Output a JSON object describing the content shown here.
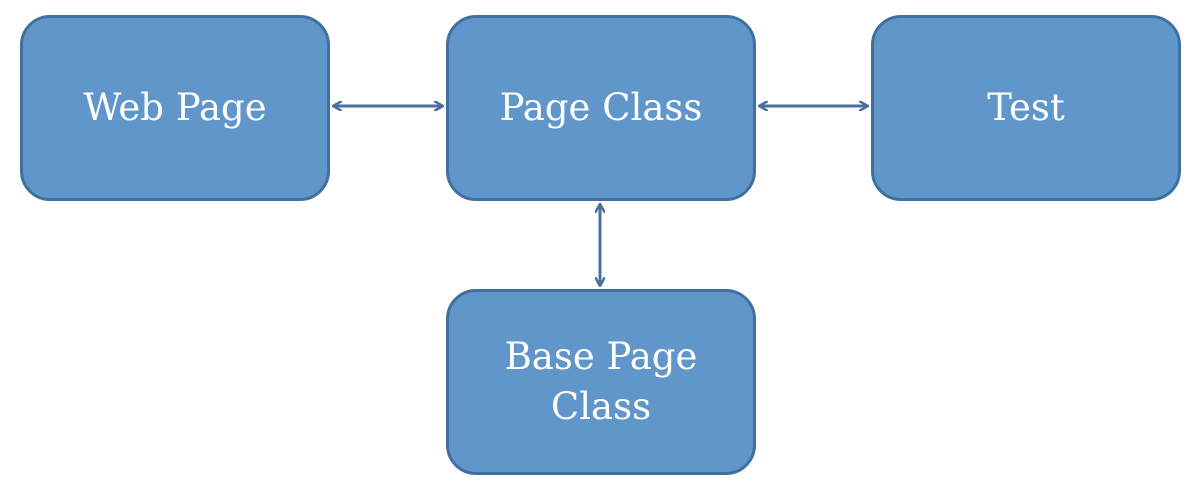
{
  "diagram": {
    "nodes": {
      "web_page": {
        "label": "Web Page"
      },
      "page_class": {
        "label": "Page Class"
      },
      "test": {
        "label": "Test"
      },
      "base_page_class": {
        "label": "Base Page\nClass"
      }
    },
    "edges": [
      {
        "from": "web_page",
        "to": "page_class",
        "direction": "both"
      },
      {
        "from": "page_class",
        "to": "test",
        "direction": "both"
      },
      {
        "from": "page_class",
        "to": "base_page_class",
        "direction": "both"
      }
    ]
  },
  "colors": {
    "box_fill": "#6096c9",
    "box_border": "#40709f",
    "arrow": "#4a6f9c",
    "text": "#ffffff"
  }
}
